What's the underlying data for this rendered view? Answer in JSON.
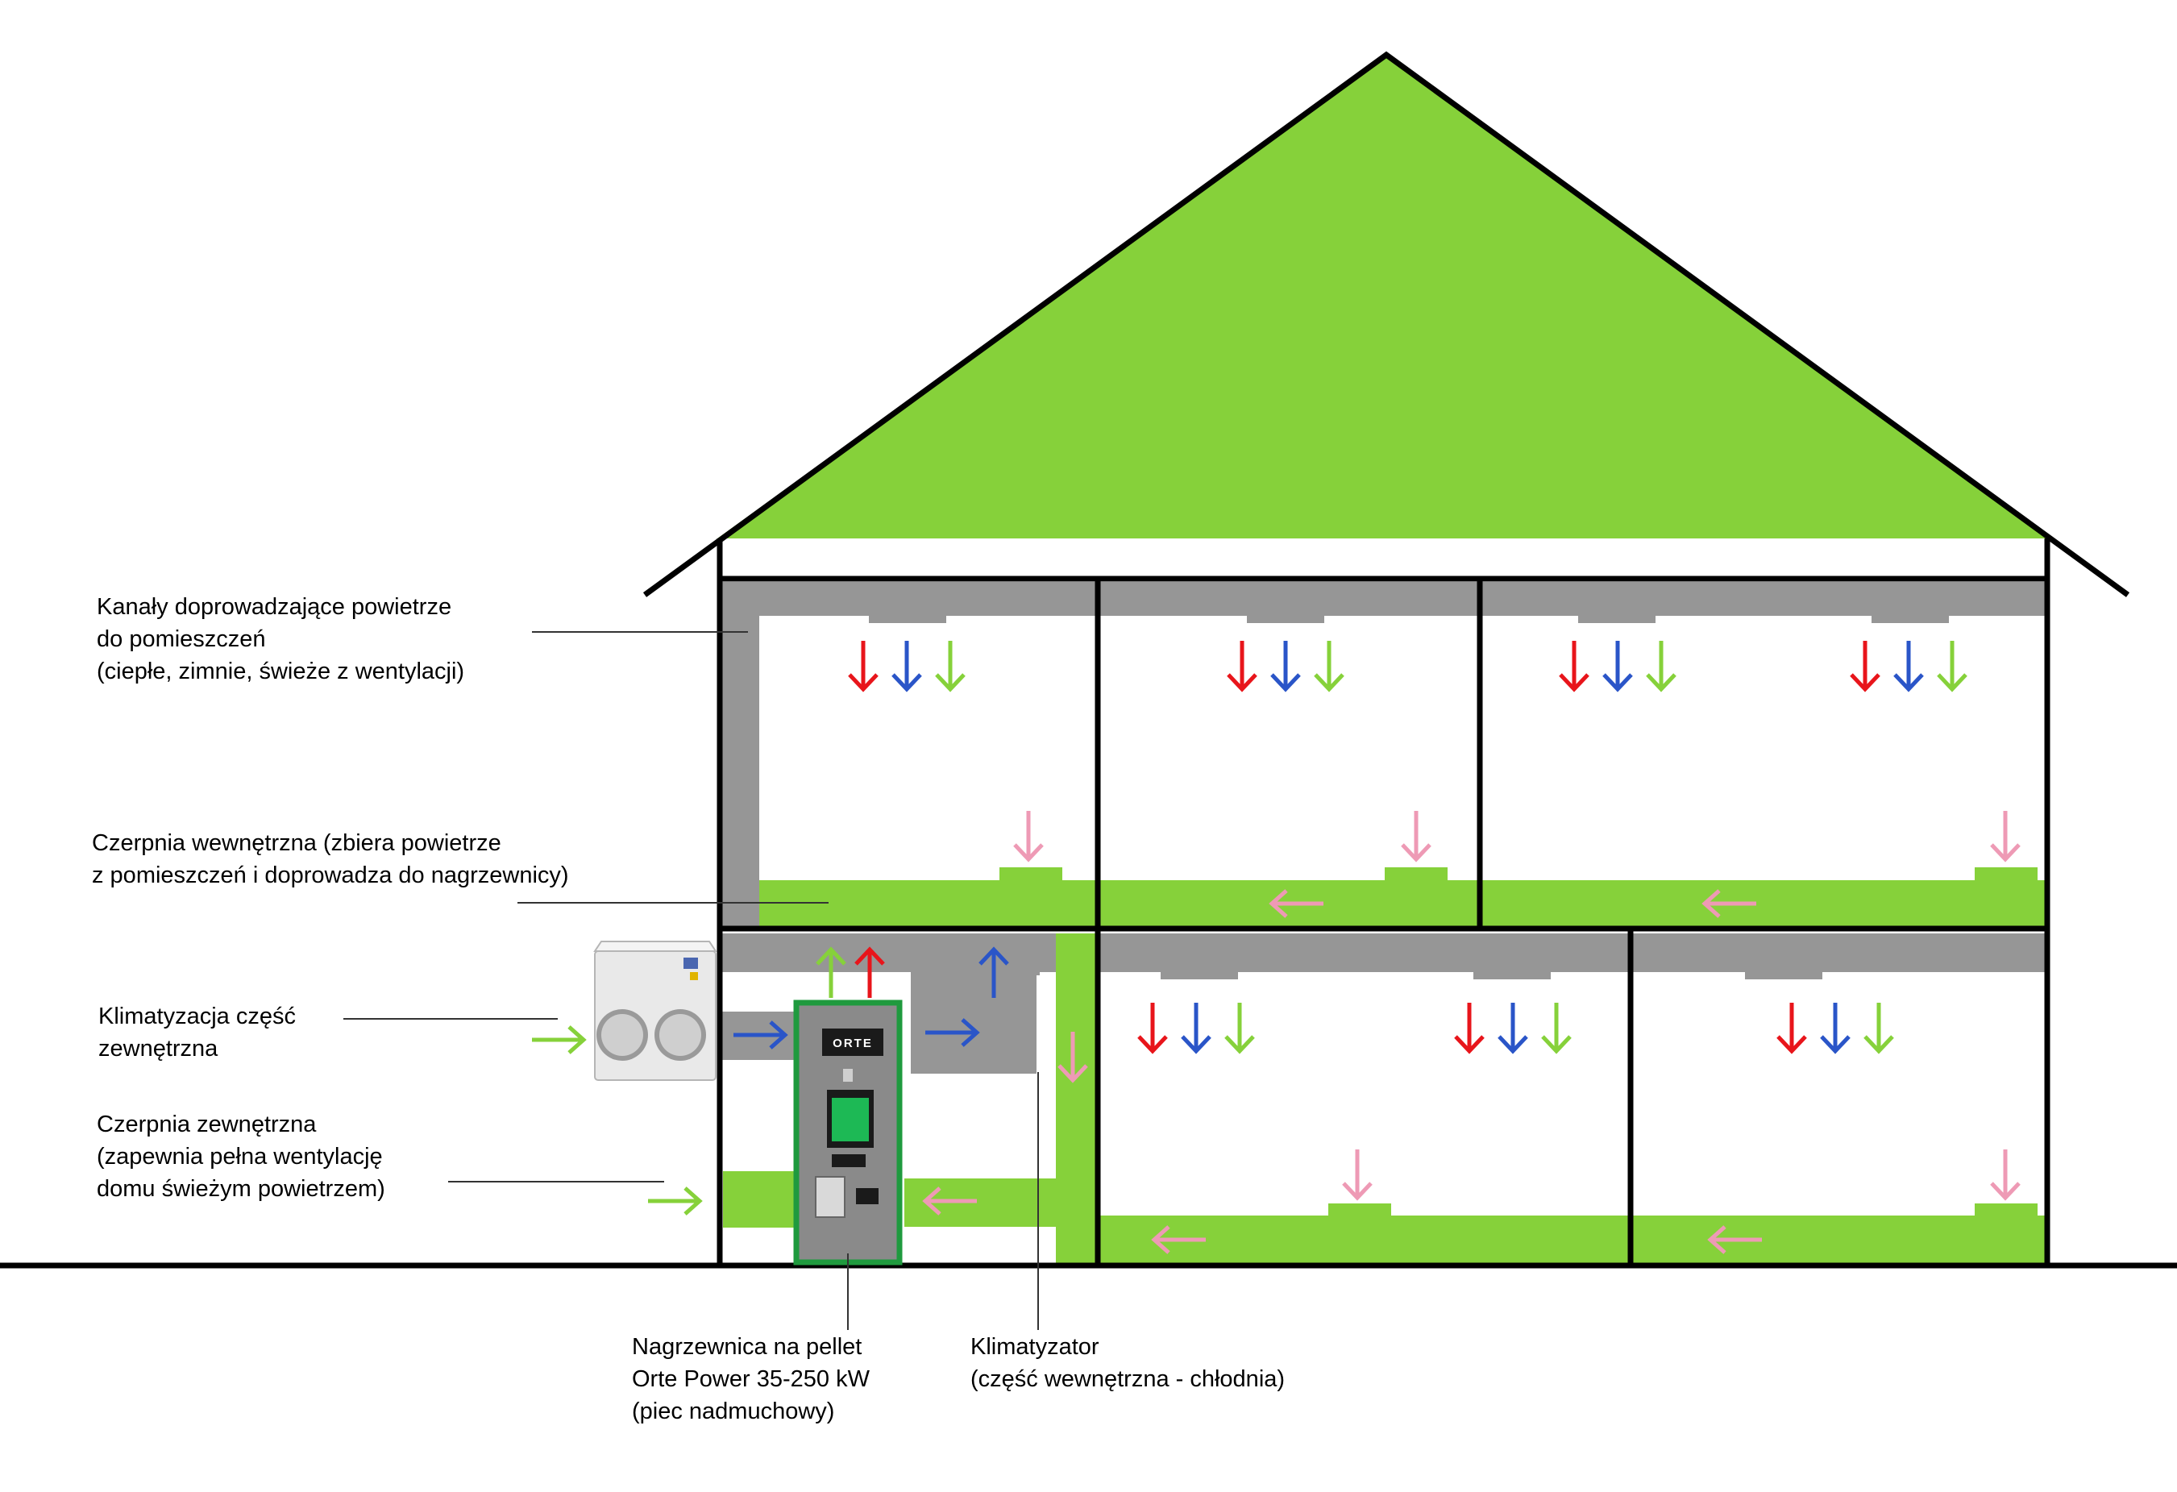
{
  "colors": {
    "roof_green": "#86d13a",
    "duct_gray": "#969696",
    "line_black": "#000000",
    "hot_air": "#e8151b",
    "cold_air": "#2a55c8",
    "fresh_air": "#86d13a",
    "return_air": "#ee9ab5",
    "heater_body": "#8a8a8a",
    "heater_frame": "#1f9a3e"
  },
  "icons": {
    "hot": "arrow-down-red-icon",
    "cold": "arrow-down-blue-icon",
    "fresh": "arrow-down-green-icon",
    "return": "arrow-pink-icon"
  },
  "heater_brand": "ORTE",
  "labels": {
    "supply_ducts": [
      "Kanały doprowadzające powietrze",
      "do pomieszczeń",
      "(ciepłe, zimnie, świeże z wentylacji)"
    ],
    "internal_intake": [
      "Czerpnia wewnętrzna (zbiera powietrze",
      "z pomieszczeń i doprowadza do nagrzewnicy)"
    ],
    "ac_outdoor": [
      "Klimatyzacja część",
      "zewnętrzna"
    ],
    "external_intake": [
      "Czerpnia zewnętrzna",
      "(zapewnia pełna wentylację",
      "domu świeżym powietrzem)"
    ],
    "heater": [
      "Nagrzewnica na pellet",
      "Orte Power 35-250 kW",
      "(piec nadmuchowy)"
    ],
    "ac_indoor": [
      "Klimatyzator",
      "(część wewnętrzna - chłodnia)"
    ]
  }
}
